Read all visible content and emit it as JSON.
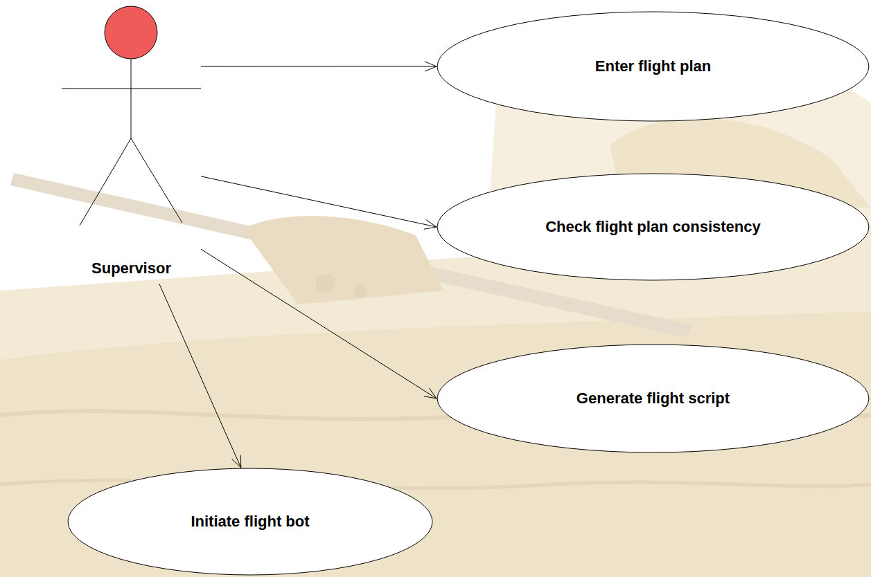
{
  "diagram": {
    "nodes": [
      {
        "text": [
          "Supervisor"
        ]
      },
      {
        "text": [
          "Enter flight plan"
        ]
      },
      {
        "text": [
          "Check flight plan consistency"
        ]
      },
      {
        "text": [
          "Generate flight script"
        ]
      },
      {
        "text": [
          "Initiate flight bot"
        ]
      }
    ],
    "edges": [
      {
        "from": 0,
        "to": 1,
        "arrow": "to"
      },
      {
        "from": 0,
        "to": 2,
        "arrow": "to"
      },
      {
        "from": 0,
        "to": 3,
        "arrow": "to"
      },
      {
        "from": 0,
        "to": 4,
        "arrow": "to"
      }
    ]
  }
}
